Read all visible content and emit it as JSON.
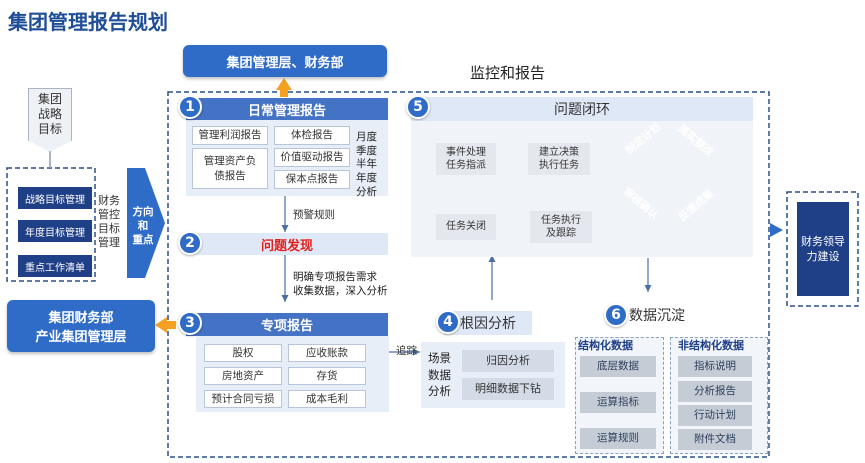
{
  "page_title": "集团管理报告规划",
  "monitor_label": "监控和报告",
  "top_box": "集团管理层、财务部",
  "left_box": {
    "line1": "集团财务部",
    "line2": "产业集团管理层"
  },
  "strategy": {
    "goal_lines": [
      "集团",
      "战略",
      "目标"
    ],
    "items": [
      "战略目标管理",
      "年度目标管理",
      "重点工作清单"
    ],
    "side_lines": [
      "财务",
      "管控",
      "目标",
      "管理"
    ]
  },
  "direction_arrow": {
    "lines": [
      "方向",
      "和",
      "重点"
    ]
  },
  "right_box": {
    "lines": [
      "财务领导",
      "力建设"
    ]
  },
  "section1": {
    "number": "1",
    "title": "日常管理报告",
    "cells": [
      "管理利润报告",
      "体检报告",
      "管理资产负债报告",
      "价值驱动报告",
      "保本点报告"
    ],
    "periods": [
      "月度",
      "季度",
      "半年",
      "年度",
      "分析"
    ]
  },
  "edge_warning": "预警规则",
  "section2": {
    "number": "2",
    "title": "问题发现"
  },
  "edge_analysis": {
    "line1": "明确专项报告需求",
    "line2": "收集数据，深入分析"
  },
  "section3": {
    "number": "3",
    "title": "专项报告",
    "cells": [
      "股权",
      "应收账款",
      "房地资产",
      "存货",
      "预计合同亏损",
      "成本毛利"
    ]
  },
  "edge_trace": "追踪",
  "section4": {
    "number": "4",
    "title": "根因分析",
    "side_lines": [
      "场景",
      "数据",
      "分析"
    ],
    "cells": [
      "归因分析",
      "明细数据下钻"
    ]
  },
  "section5": {
    "number": "5",
    "title": "问题闭环",
    "flow": [
      {
        "line1": "事件处理",
        "line2": "任务指派"
      },
      {
        "line1": "建立决策",
        "line2": "执行任务"
      },
      {
        "line1": "任务执行",
        "line2": "及跟踪"
      },
      {
        "line1": "任务关闭",
        "line2": ""
      }
    ],
    "cycle": [
      "制定计划",
      "落实整改",
      "反馈成果",
      "审核确认"
    ]
  },
  "section6": {
    "number": "6",
    "title": "数据沉淀",
    "structured": {
      "title": "结构化数据",
      "items": [
        "底层数据",
        "运算指标",
        "运算规则"
      ]
    },
    "unstructured": {
      "title": "非结构化数据",
      "items": [
        "指标说明",
        "分析报告",
        "行动计划",
        "附件文档"
      ]
    }
  },
  "colors": {
    "primary": "#2f6cc8",
    "dark": "#1f3f86",
    "orange": "#f5a020",
    "alert": "#e3211c",
    "frame": "#2b4f8a"
  }
}
